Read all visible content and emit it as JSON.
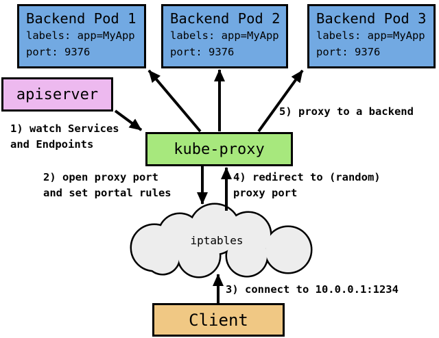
{
  "colors": {
    "background": "#FFFFFF",
    "pod_fill": "#72A9E2",
    "apiserver_fill": "#EDB9EF",
    "kube_proxy_fill": "#A7E87D",
    "client_fill": "#F0C884",
    "cloud_fill": "#EDEDED",
    "line": "#000000"
  },
  "pods": [
    {
      "title": "Backend Pod 1",
      "labels_line": "labels: app=MyApp",
      "port_line": "port: 9376"
    },
    {
      "title": "Backend Pod 2",
      "labels_line": "labels: app=MyApp",
      "port_line": "port: 9376"
    },
    {
      "title": "Backend Pod 3",
      "labels_line": "labels: app=MyApp",
      "port_line": "port: 9376"
    }
  ],
  "nodes": {
    "apiserver": "apiserver",
    "kube_proxy": "kube-proxy",
    "iptables": "iptables",
    "client": "Client"
  },
  "steps": {
    "step1": "1) watch Services\nand Endpoints",
    "step2": "2) open proxy port\nand set portal rules",
    "step3": "3) connect to 10.0.0.1:1234",
    "step4": "4) redirect to (random)\nproxy port",
    "step5": "5) proxy to a backend"
  }
}
